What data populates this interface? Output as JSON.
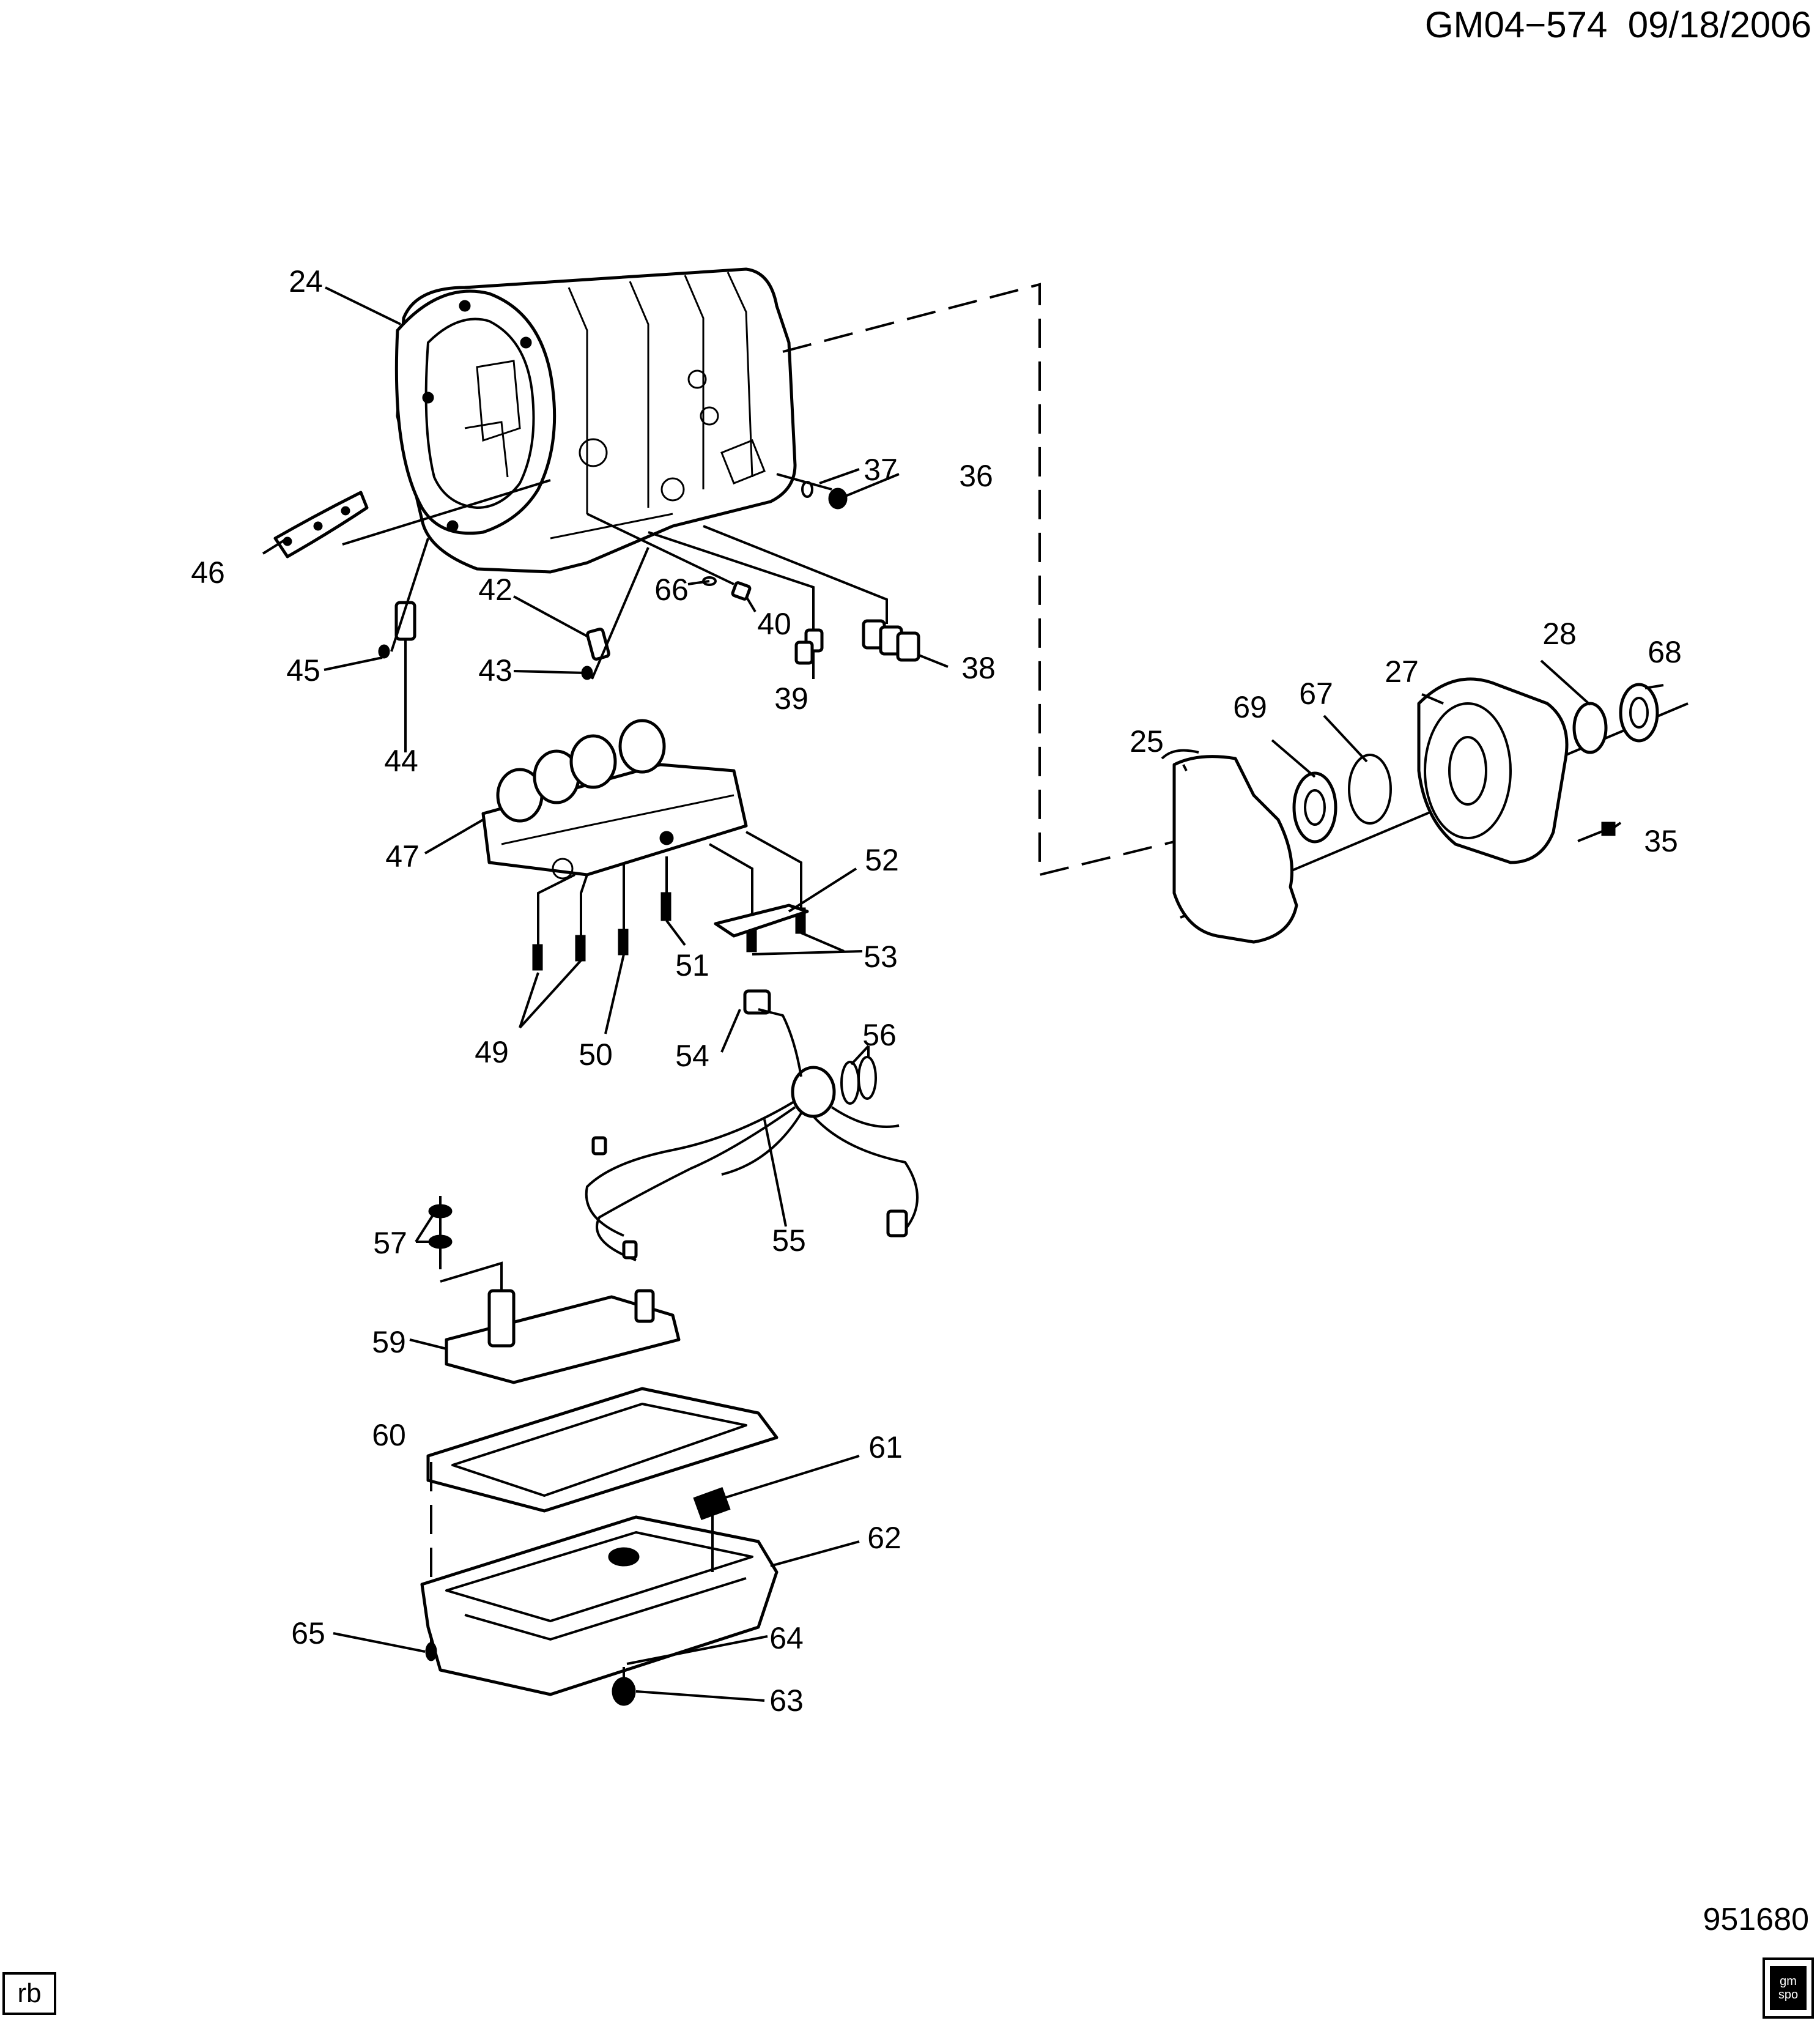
{
  "header": {
    "code": "GM04−574",
    "date": "09/18/2006"
  },
  "drawing_number": "951680",
  "corner_tag": "rb",
  "logo": {
    "line1": "gm",
    "line2": "spo"
  },
  "callouts": [
    "24",
    "25",
    "27",
    "28",
    "35",
    "36",
    "37",
    "38",
    "39",
    "40",
    "42",
    "43",
    "44",
    "45",
    "46",
    "47",
    "49",
    "50",
    "51",
    "52",
    "53",
    "54",
    "55",
    "56",
    "57",
    "59",
    "60",
    "61",
    "62",
    "63",
    "64",
    "65",
    "66",
    "67",
    "68",
    "69"
  ]
}
